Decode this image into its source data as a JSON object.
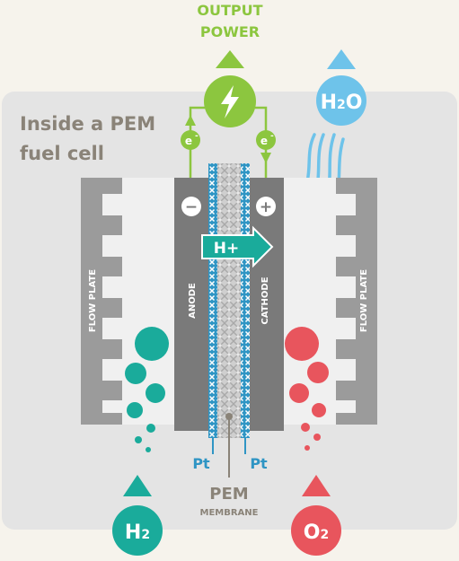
{
  "title_line1": "Inside a PEM",
  "title_line2": "fuel cell",
  "output_line1": "OUTPUT",
  "output_line2": "POWER",
  "h2o": {
    "main": "H",
    "sub": "2",
    "tail": "O"
  },
  "h2": {
    "main": "H",
    "sub": "2"
  },
  "o2": {
    "main": "O",
    "sub": "2"
  },
  "electron": {
    "main": "e",
    "sup": "-"
  },
  "minus": "−",
  "plus": "+",
  "hplus": "H+",
  "anode": "ANODE",
  "cathode": "CATHODE",
  "flow_plate": "FLOW PLATE",
  "pt": "Pt",
  "pem": "PEM",
  "membrane": "MEMBRANE",
  "colors": {
    "green": "#8cc63f",
    "teal": "#1aab9b",
    "red": "#e8555d",
    "blue": "#6ec3ea",
    "plate": "#9b9b9b",
    "electrode": "#7a7a7a",
    "panel": "#e4e4e4",
    "membrane_blue": "#2f95c4",
    "label_gray": "#8a8378"
  },
  "icons": [
    "bolt-icon",
    "up-arrow-icon",
    "hplus-arrow-icon",
    "water-vapor-icon"
  ]
}
